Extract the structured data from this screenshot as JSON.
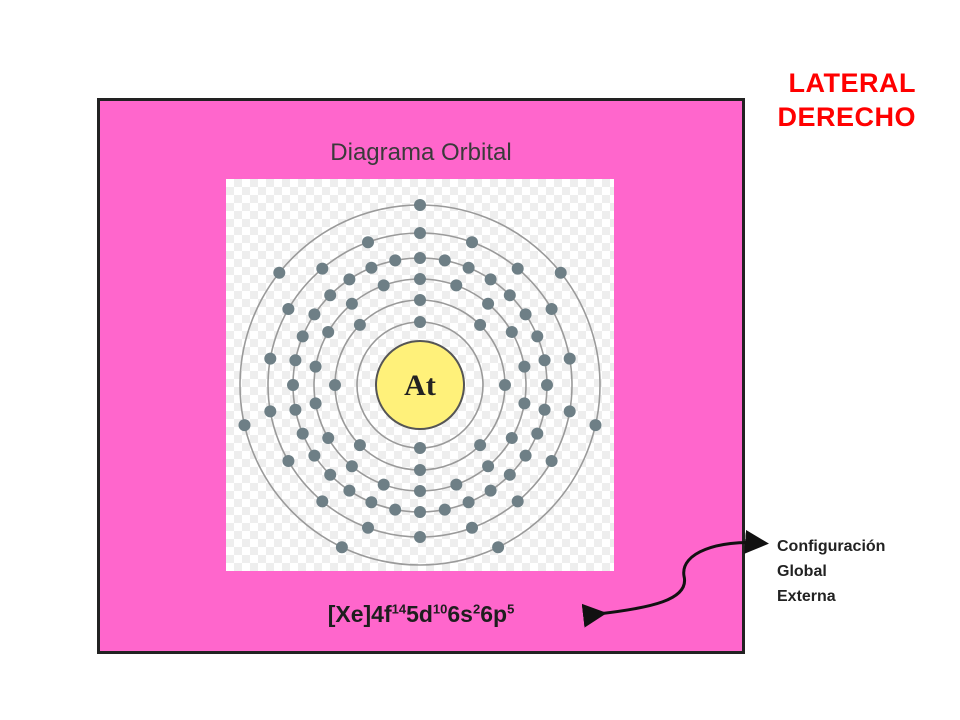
{
  "side_title": {
    "line1": "LATERAL",
    "line2": "DERECHO"
  },
  "panel": {
    "title": "Diagrama Orbital",
    "element_symbol": "At",
    "configuration": [
      {
        "text": "[Xe]4f",
        "sup": "14"
      },
      {
        "text": "5d",
        "sup": "10"
      },
      {
        "text": "6s",
        "sup": "2"
      },
      {
        "text": "6p",
        "sup": "5"
      }
    ]
  },
  "shells": [
    2,
    8,
    18,
    32,
    18,
    7
  ],
  "note": {
    "line1": "Configuración",
    "line2": "Global",
    "line3": "Externa"
  },
  "colors": {
    "panel": "#ff66cc",
    "side_title": "#ff0000",
    "nucleus": "#fff17a",
    "electron": "#6e7f86",
    "orbit": "#9a9a9a"
  }
}
